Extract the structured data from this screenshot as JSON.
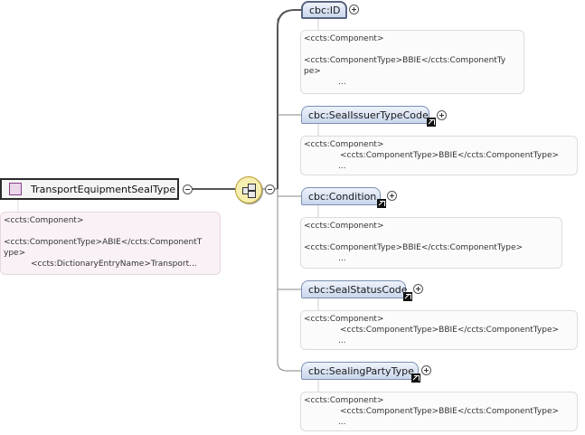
{
  "root": {
    "label": "TransportEquipmentSealType",
    "annotation": {
      "line1": "<ccts:Component>",
      "line2": "<ccts:ComponentType>ABIE</ccts:ComponentT",
      "line3": "ype>",
      "line4": "<ccts:DictionaryEntryName>Transport..."
    }
  },
  "elements": [
    {
      "label": "cbc:ID",
      "annotation": {
        "line1": "<ccts:Component>",
        "line2": "<ccts:ComponentType>BBIE</ccts:ComponentTy",
        "line3": "pe>",
        "line4": "..."
      }
    },
    {
      "label": "cbc:SealIssuerTypeCode",
      "annotation": {
        "line1": "<ccts:Component>",
        "line2": "<ccts:ComponentType>BBIE</ccts:ComponentType>",
        "line3": "..."
      }
    },
    {
      "label": "cbc:Condition",
      "annotation": {
        "line1": "<ccts:Component>",
        "line2": "<ccts:ComponentType>BBIE</ccts:ComponentType>",
        "line3": "..."
      }
    },
    {
      "label": "cbc:SealStatusCode",
      "annotation": {
        "line1": "<ccts:Component>",
        "line2": "<ccts:ComponentType>BBIE</ccts:ComponentType>",
        "line3": "..."
      }
    },
    {
      "label": "cbc:SealingPartyType",
      "annotation": {
        "line1": "<ccts:Component>",
        "line2": "<ccts:ComponentType>BBIE</ccts:ComponentType>",
        "line3": "..."
      }
    }
  ]
}
